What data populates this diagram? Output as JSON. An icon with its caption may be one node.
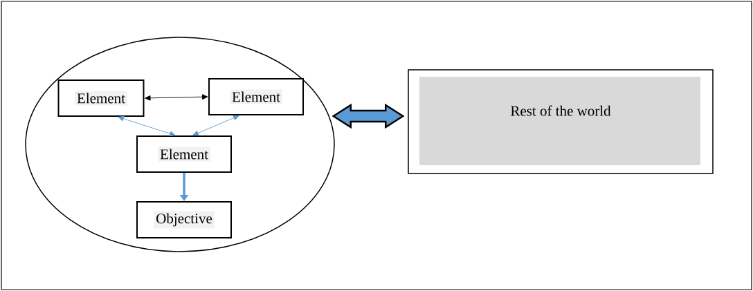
{
  "diagram": {
    "nodes": [
      {
        "text": [],
        "shape": "ellipse"
      },
      {
        "text": [
          "Element"
        ],
        "in": 0
      },
      {
        "text": [
          "Element"
        ],
        "in": 0
      },
      {
        "text": [
          "Element"
        ],
        "in": 0
      },
      {
        "text": [
          "Objective"
        ],
        "in": 0
      },
      {
        "text": [
          "Rest of the world"
        ]
      }
    ],
    "edges": [
      {
        "from": 1,
        "to": 2,
        "arrow": "both",
        "color": "#000000"
      },
      {
        "from": 3,
        "to": 1,
        "arrow": "both",
        "color": "#5b9bd5"
      },
      {
        "from": 3,
        "to": 2,
        "arrow": "both",
        "color": "#5b9bd5"
      },
      {
        "from": 3,
        "to": 4,
        "arrow": "to",
        "style": "thick",
        "color": "#5b9bd5"
      },
      {
        "from": 0,
        "to": 5,
        "arrow": "both",
        "style": "thick",
        "color": "#5b9bd5"
      }
    ]
  }
}
